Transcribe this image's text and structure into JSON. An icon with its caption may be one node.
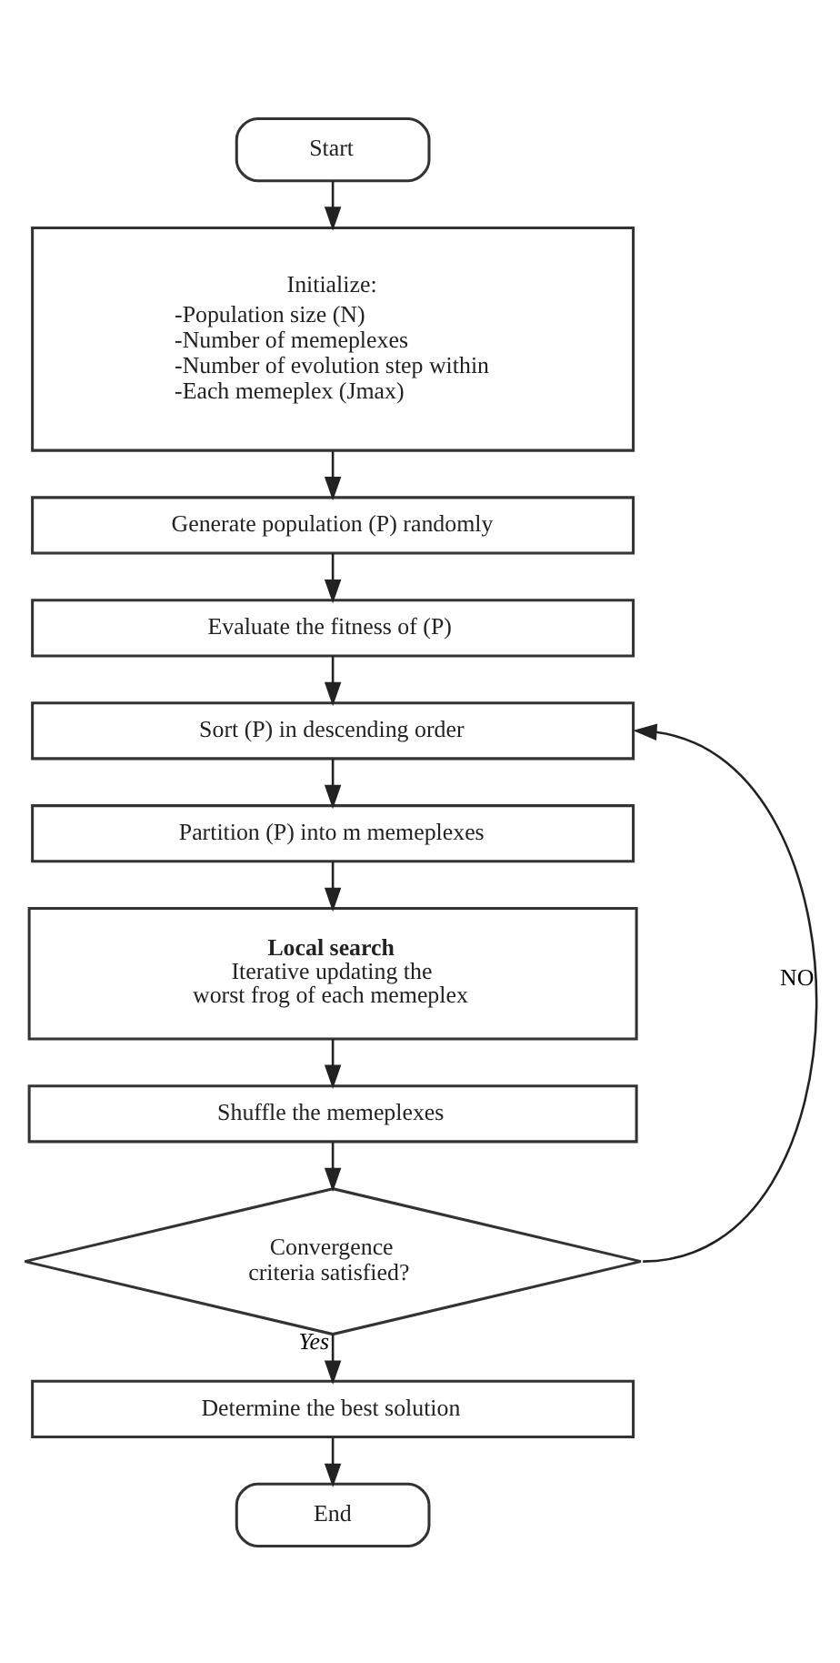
{
  "diagram": {
    "nodes": [
      {
        "text": [
          "Start"
        ]
      },
      {
        "text": [
          "Initialize:",
          "-Population size (N)",
          "-Number of memeplexes",
          "-Number of evolution step within",
          "-Each memeplex (Jmax)"
        ]
      },
      {
        "text": [
          "Generate population (P) randomly"
        ]
      },
      {
        "text": [
          "Evaluate the fitness of (P)"
        ]
      },
      {
        "text": [
          "Sort (P) in descending order"
        ]
      },
      {
        "text": [
          "Partition (P) into m memeplexes"
        ]
      },
      {
        "text": [
          "Local search",
          "Iterative updating the worst frog of each memeplex"
        ]
      },
      {
        "text": [
          "Shuffle the memeplexes"
        ]
      },
      {
        "text": [
          "Convergence criteria satisfied?"
        ]
      },
      {
        "text": [
          "Determine the best solution"
        ]
      },
      {
        "text": [
          "End"
        ]
      }
    ],
    "edges": [
      {
        "from": 0,
        "to": 1,
        "arrow": "to"
      },
      {
        "from": 1,
        "to": 2,
        "arrow": "to"
      },
      {
        "from": 2,
        "to": 3,
        "arrow": "to"
      },
      {
        "from": 3,
        "to": 4,
        "arrow": "to"
      },
      {
        "from": 4,
        "to": 5,
        "arrow": "to"
      },
      {
        "from": 5,
        "to": 6,
        "arrow": "to"
      },
      {
        "from": 6,
        "to": 7,
        "arrow": "to"
      },
      {
        "from": 7,
        "to": 8,
        "arrow": "to"
      },
      {
        "from": 8,
        "to": 4,
        "arrow": "to",
        "label": "NO"
      },
      {
        "from": 8,
        "to": 9,
        "arrow": "to",
        "label": "Yes"
      },
      {
        "from": 9,
        "to": 10,
        "arrow": "to"
      }
    ]
  }
}
